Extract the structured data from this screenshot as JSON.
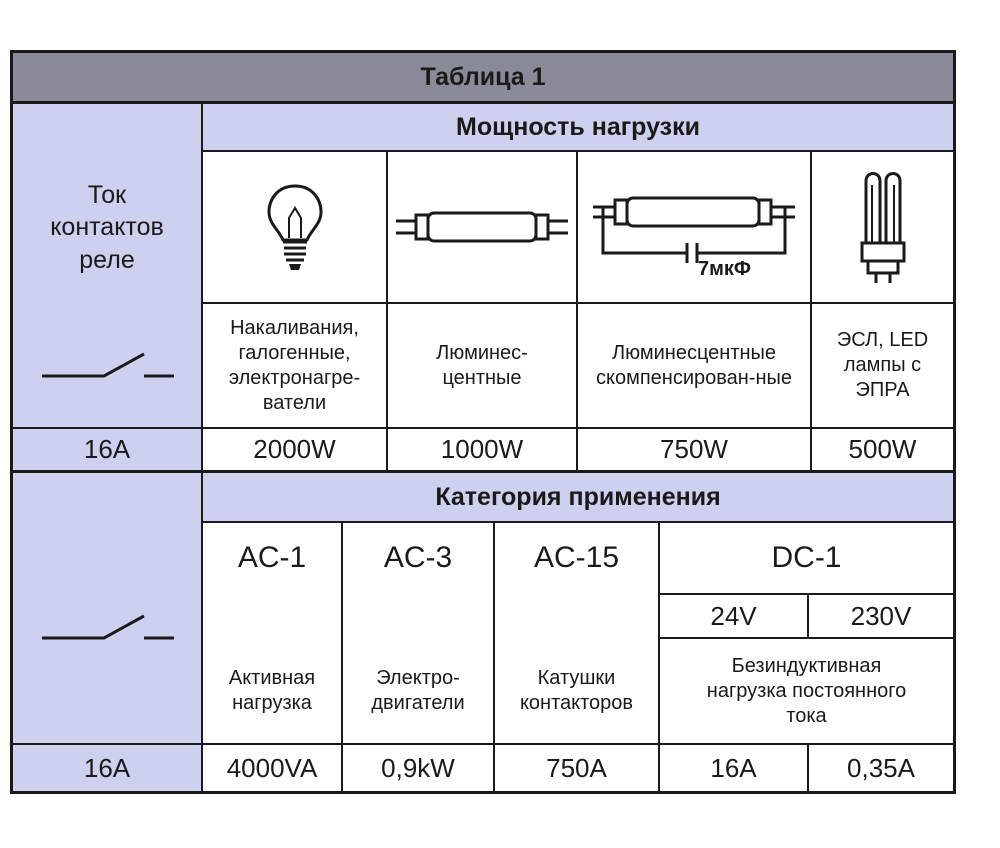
{
  "table": {
    "title": "Таблица 1",
    "relay_current_label": "Ток контактов реле",
    "load_power_header": "Мощность нагрузки",
    "capacitor_label": "7мкФ",
    "lamp_types": [
      {
        "label": "Накаливания, галогенные, электронагре-ватели",
        "icon": "incandescent-bulb-icon"
      },
      {
        "label": "Люминес-центные",
        "icon": "fluorescent-tube-icon"
      },
      {
        "label": "Люминесцентные скомпенсирован-ные",
        "icon": "compensated-fluorescent-icon"
      },
      {
        "label": "ЭСЛ, LED лампы с ЭПРА",
        "icon": "cfl-lamp-icon"
      }
    ],
    "power_row": {
      "current": "16A",
      "values": [
        "2000W",
        "1000W",
        "750W",
        "500W"
      ]
    },
    "category_header": "Категория применения",
    "categories": [
      {
        "code": "AC-1",
        "desc": "Активная нагрузка"
      },
      {
        "code": "AC-3",
        "desc": "Электро-двигатели"
      },
      {
        "code": "AC-15",
        "desc": "Катушки контакторов"
      }
    ],
    "dc": {
      "code": "DC-1",
      "voltages": [
        "24V",
        "230V"
      ],
      "desc": "Безиндуктивная нагрузка постоянного тока"
    },
    "category_row": {
      "current": "16A",
      "values": [
        "4000VA",
        "0,9kW",
        "750A",
        "16A",
        "0,35A"
      ]
    }
  },
  "colors": {
    "header_gray": "#8a8a99",
    "lavender": "#cdd0ee",
    "line": "#1a1a1a"
  }
}
